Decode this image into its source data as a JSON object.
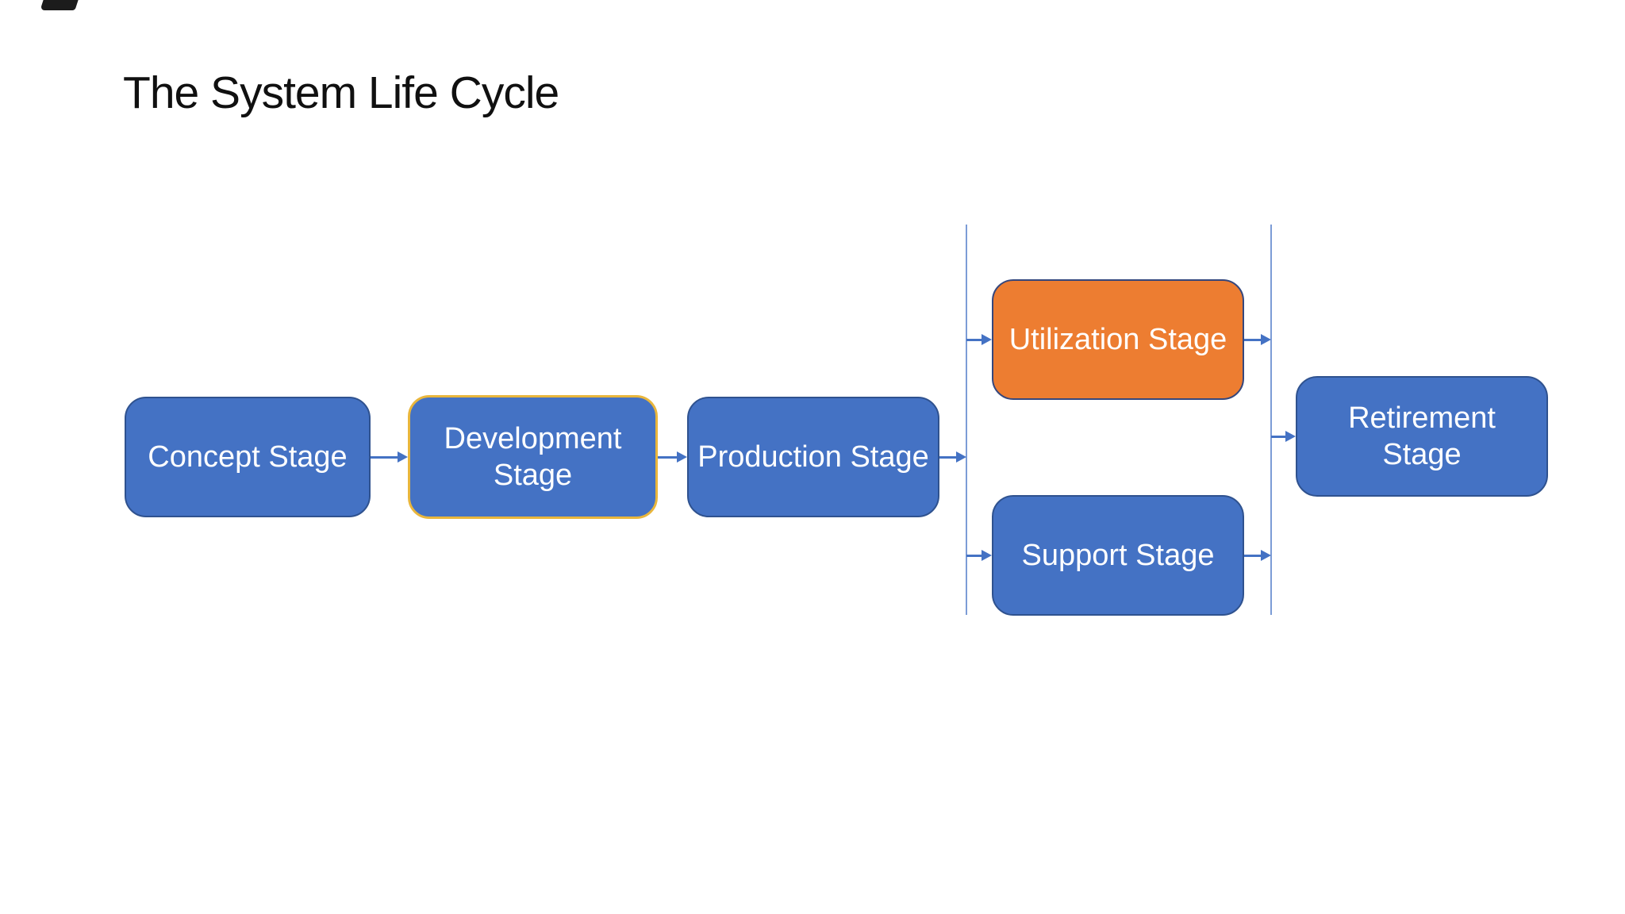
{
  "slide": {
    "title": "The System Life Cycle",
    "stages": [
      {
        "name": "concept",
        "label": "Concept Stage",
        "fill": "#4472C4",
        "border": "#2F528F",
        "text_color": "#FFFFFF"
      },
      {
        "name": "development",
        "label": "Development Stage",
        "fill": "#4472C4",
        "border": "#E9B63C",
        "text_color": "#FFFFFF"
      },
      {
        "name": "production",
        "label": "Production Stage",
        "fill": "#4472C4",
        "border": "#2F528F",
        "text_color": "#FFFFFF"
      },
      {
        "name": "utilization",
        "label": "Utilization Stage",
        "fill": "#ED7D31",
        "border": "#35477D",
        "text_color": "#FFFFFF"
      },
      {
        "name": "support",
        "label": "Support Stage",
        "fill": "#4472C4",
        "border": "#2F528F",
        "text_color": "#FFFFFF"
      },
      {
        "name": "retirement",
        "label": "Retirement Stage",
        "fill": "#4472C4",
        "border": "#2F528F",
        "text_color": "#FFFFFF"
      }
    ],
    "connectors": [
      {
        "from": "Concept Stage",
        "to": "Development Stage"
      },
      {
        "from": "Development Stage",
        "to": "Production Stage"
      },
      {
        "from": "Production Stage",
        "to": "split-rail"
      },
      {
        "from": "split-rail",
        "to": "Utilization Stage"
      },
      {
        "from": "split-rail",
        "to": "Support Stage"
      },
      {
        "from": "Utilization Stage",
        "to": "merge-rail"
      },
      {
        "from": "Support Stage",
        "to": "merge-rail"
      },
      {
        "from": "merge-rail",
        "to": "Retirement Stage"
      }
    ],
    "colors": {
      "connector": "#4472C4",
      "rail": "#7C9CD6",
      "title": "#101010",
      "background": "#FFFFFF"
    }
  }
}
